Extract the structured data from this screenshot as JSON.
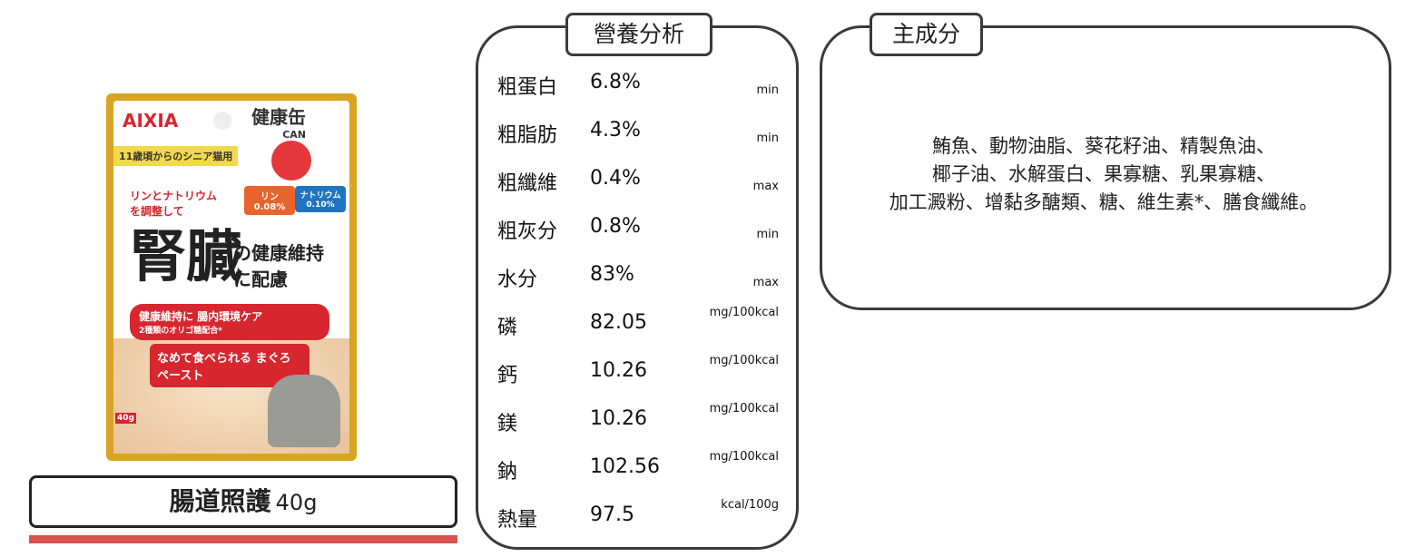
{
  "product": {
    "package": {
      "brand": "AIXIA",
      "series": "健康缶",
      "series_sub": "CAN",
      "age": "11歳頃からのシニア猫用",
      "adjust": "リンとナトリウムを調整して",
      "headline": "腎臓",
      "headline_sub": "の健康維持に配慮",
      "phosphorus": "リン 0.08%",
      "sodium": "ナトリウム 0.10%",
      "care": "健康維持に 腸内環境ケア",
      "oligo": "2種類のオリゴ糖配合*",
      "paste": "なめて食べられる まぐろペースト",
      "weight": "40g"
    },
    "name": "腸道照護",
    "weight": "40g",
    "accent_color": "#d9534f"
  },
  "nutrition": {
    "title": "營養分析",
    "rows": [
      {
        "name": "粗蛋白",
        "value": "6.8%",
        "unit": "min"
      },
      {
        "name": "粗脂肪",
        "value": "4.3%",
        "unit": "min"
      },
      {
        "name": "粗纖維",
        "value": "0.4%",
        "unit": "max"
      },
      {
        "name": "粗灰分",
        "value": "0.8%",
        "unit": "min"
      },
      {
        "name": "水分",
        "value": "83%",
        "unit": "max"
      },
      {
        "name": "磷",
        "value": "82.05",
        "unit": "mg/100kcal"
      },
      {
        "name": "鈣",
        "value": "10.26",
        "unit": "mg/100kcal"
      },
      {
        "name": "鎂",
        "value": "10.26",
        "unit": "mg/100kcal"
      },
      {
        "name": "鈉",
        "value": "102.56",
        "unit": "mg/100kcal"
      },
      {
        "name": "熱量",
        "value": "97.5",
        "unit": "kcal/100g"
      }
    ]
  },
  "ingredients": {
    "title": "主成分",
    "lines": [
      "鮪魚、動物油脂、葵花籽油、精製魚油、",
      "椰子油、水解蛋白、果寡糖、乳果寡糖、",
      "加工澱粉、增黏多醣類、糖、維生素*、膳食纖維。"
    ]
  }
}
